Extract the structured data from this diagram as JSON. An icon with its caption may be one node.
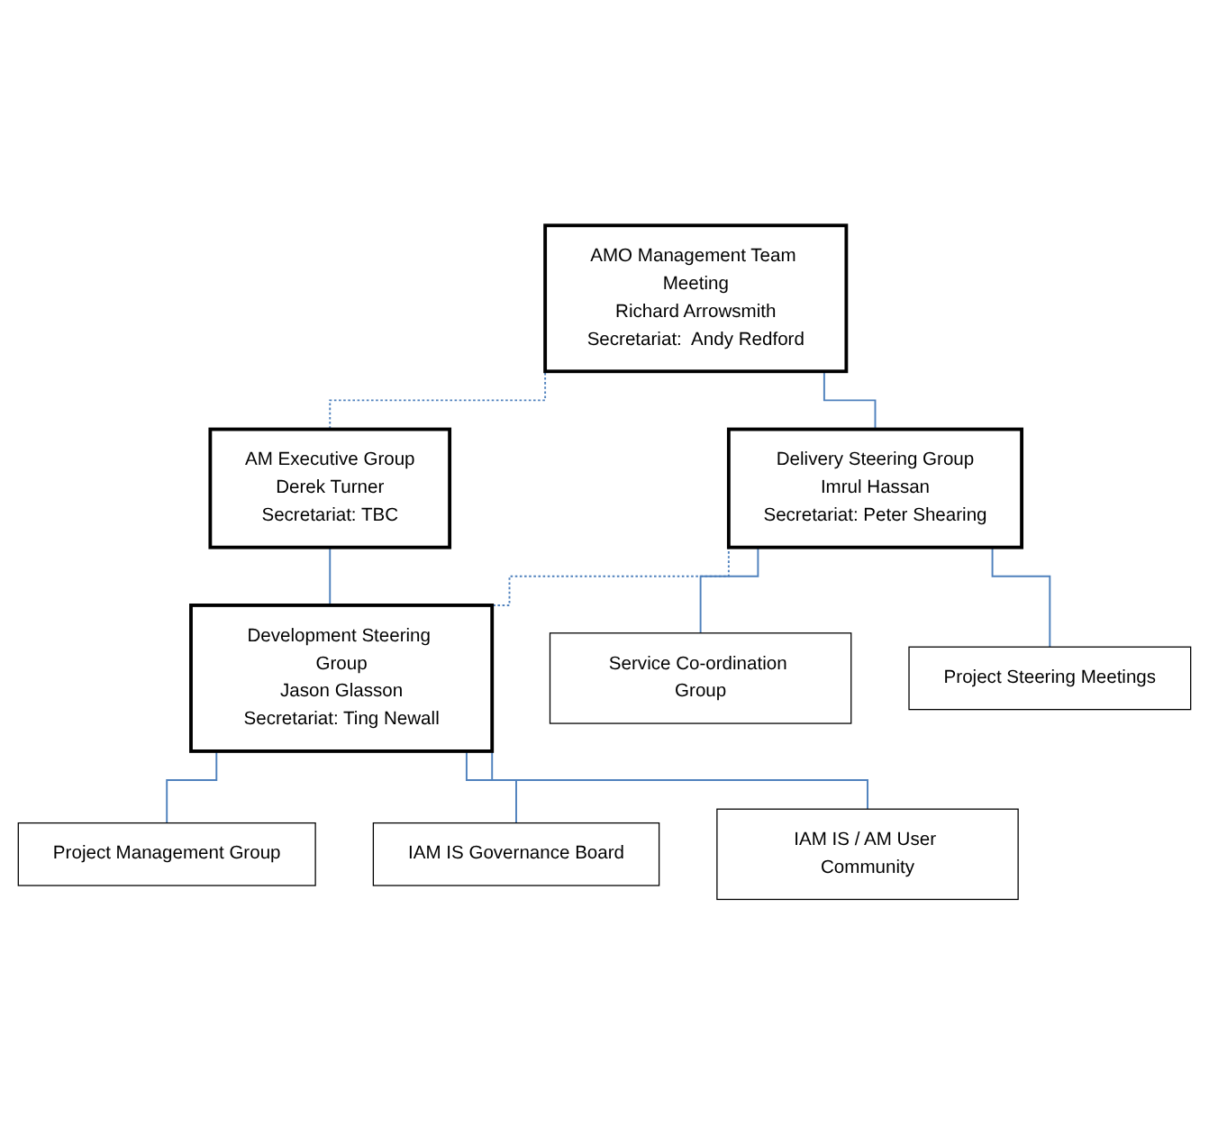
{
  "diagram": {
    "nodes": [
      {
        "text": [
          "AMO Management Team Meeting",
          "Richard Arrowsmith",
          "Secretariat:  Andy Redford"
        ]
      },
      {
        "text": [
          "AM Executive Group",
          "Derek Turner",
          "Secretariat:  TBC"
        ]
      },
      {
        "text": [
          "Delivery Steering Group",
          "Imrul Hassan",
          "Secretariat:  Peter Shearing"
        ]
      },
      {
        "text": [
          "Development Steering Group",
          "Jason Glasson",
          "Secretariat: Ting Newall"
        ]
      },
      {
        "text": [
          "Service Co-ordination Group"
        ]
      },
      {
        "text": [
          "Project Steering Meetings"
        ]
      },
      {
        "text": [
          "Project Management Group"
        ]
      },
      {
        "text": [
          "IAM IS Governance Board"
        ]
      },
      {
        "text": [
          "IAM IS / AM User Community"
        ]
      }
    ],
    "edges": [
      {
        "from": 0,
        "to": 2,
        "arrow": "none"
      },
      {
        "from": 1,
        "to": 3,
        "arrow": "none"
      },
      {
        "from": 0,
        "to": 1,
        "arrow": "none",
        "style": "dashed"
      },
      {
        "from": 2,
        "to": 3,
        "arrow": "none",
        "style": "dashed"
      },
      {
        "from": 2,
        "to": 4,
        "arrow": "none"
      },
      {
        "from": 2,
        "to": 5,
        "arrow": "none"
      },
      {
        "from": 3,
        "to": 6,
        "arrow": "none"
      },
      {
        "from": 3,
        "to": 7,
        "arrow": "none"
      },
      {
        "from": 3,
        "to": 8,
        "arrow": "none"
      }
    ]
  }
}
